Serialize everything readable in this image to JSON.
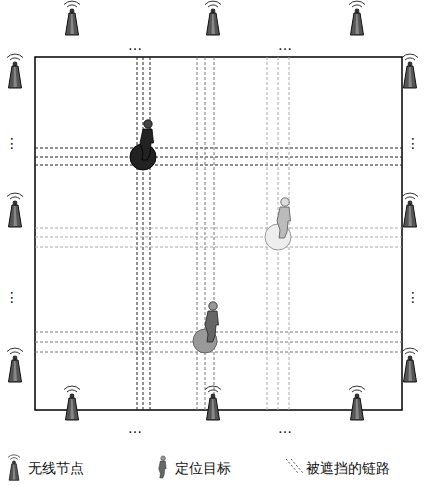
{
  "diagram": {
    "labels": [
      "…",
      "…",
      "⋮",
      "⋮",
      "⋮",
      "⋮",
      "…",
      "…"
    ],
    "legend": [
      {
        "text": "无线节点"
      },
      {
        "text": "定位目标"
      },
      {
        "text": "被遮挡的链路"
      }
    ]
  }
}
